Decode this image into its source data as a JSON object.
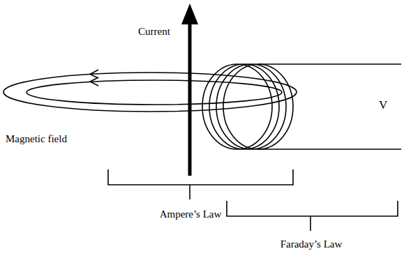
{
  "diagram": {
    "labels": [
      "Current",
      "Magnetic field",
      "V",
      "Ampere’s Law",
      "Faraday’s Law"
    ]
  }
}
